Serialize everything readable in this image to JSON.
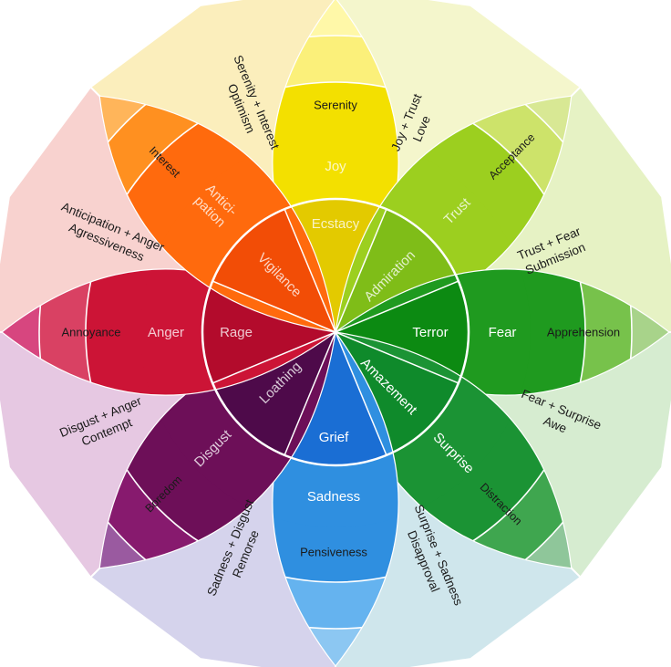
{
  "emotions": [
    {
      "key": "joy",
      "mild": "Serenity",
      "basic": "Joy",
      "intense": "Ecstacy",
      "color_base": "#f3e000",
      "color_light": "#fbf07a",
      "color_dark": "#e3ca00",
      "tip": "#fff8a8"
    },
    {
      "key": "trust",
      "mild": "Acceptance",
      "basic": "Trust",
      "intense": "Admiration",
      "color_base": "#9ccf1f",
      "color_light": "#cde36a",
      "color_dark": "#7fbd18",
      "tip": "#d8e894"
    },
    {
      "key": "fear",
      "mild": "Apprehension",
      "basic": "Fear",
      "intense": "Terror",
      "color_base": "#1f9a1f",
      "color_light": "#77c24b",
      "color_dark": "#0c8a12",
      "tip": "#a8d38a"
    },
    {
      "key": "surprise",
      "mild": "Distraction",
      "basic": "Surprise",
      "intense": "Amazement",
      "color_base": "#1b9334",
      "color_light": "#3fa64f",
      "color_dark": "#0f8a2b",
      "tip": "#8fc69a"
    },
    {
      "key": "sadness",
      "mild": "Pensiveness",
      "basic": "Sadness",
      "intense": "Grief",
      "color_base": "#2f8fe0",
      "color_light": "#65b3ef",
      "color_dark": "#1a6ed4",
      "tip": "#8cc7f2"
    },
    {
      "key": "disgust",
      "mild": "Boredom",
      "basic": "Disgust",
      "intense": "Loathing",
      "color_base": "#6d0f58",
      "color_light": "#871a6e",
      "color_dark": "#4e0a4a",
      "tip": "#9a5aa0"
    },
    {
      "key": "anger",
      "mild": "Annoyance",
      "basic": "Anger",
      "intense": "Rage",
      "color_base": "#cc1436",
      "color_light": "#d94163",
      "color_dark": "#b30b2c",
      "tip": "#d7467f"
    },
    {
      "key": "anticipation",
      "mild": "Interest",
      "basic": "Anticipation",
      "intense": "Vigilance",
      "color_base": "#ff6a0d",
      "color_light": "#ff9020",
      "color_dark": "#f24d06",
      "tip": "#ffb55a"
    }
  ],
  "labels": {
    "joy": {
      "mild": "Serenity",
      "basic": "Joy",
      "intense": "Ecstacy"
    },
    "trust": {
      "mild": "Acceptance",
      "basic": "Trust",
      "intense": "Admiration"
    },
    "fear": {
      "mild": "Apprehension",
      "basic": "Fear",
      "intense": "Terror"
    },
    "surprise": {
      "mild": "Distraction",
      "basic": "Surprise",
      "intense": "Amazement"
    },
    "sadness": {
      "mild": "Pensiveness",
      "basic": "Sadness",
      "intense": "Grief"
    },
    "disgust": {
      "mild": "Boredom",
      "basic": "Disgust",
      "intense": "Loathing"
    },
    "anger": {
      "mild": "Annoyance",
      "basic": "Anger",
      "intense": "Rage"
    },
    "anticipation_basic_1": "Antici-",
    "anticipation_basic_2": "pation",
    "anticipation": {
      "mild": "Interest",
      "intense": "Vigilance"
    }
  },
  "combinations": [
    {
      "key": "love",
      "line1": "Joy + Trust",
      "line2": "Love",
      "color": "#f4f6cc"
    },
    {
      "key": "submission",
      "line1": "Trust + Fear",
      "line2": "Submission",
      "color": "#e6f2c4"
    },
    {
      "key": "awe",
      "line1": "Fear + Surprise",
      "line2": "Awe",
      "color": "#d6ecd0"
    },
    {
      "key": "disapproval",
      "line1": "Surprise + Sadness",
      "line2": "Disapproval",
      "color": "#cfe6ec"
    },
    {
      "key": "remorse",
      "line1": "Sadness + Disgust",
      "line2": "Remorse",
      "color": "#d5d3ec"
    },
    {
      "key": "contempt",
      "line1": "Disgust + Anger",
      "line2": "Contempt",
      "color": "#e6c8e2"
    },
    {
      "key": "aggressiveness",
      "line1": "Anticipation + Anger",
      "line2": "Agressiveness",
      "color": "#f8d2cf"
    },
    {
      "key": "optimism",
      "line1": "Serenity + Interest",
      "line2": "Optimism",
      "color": "#fbeebc"
    }
  ]
}
